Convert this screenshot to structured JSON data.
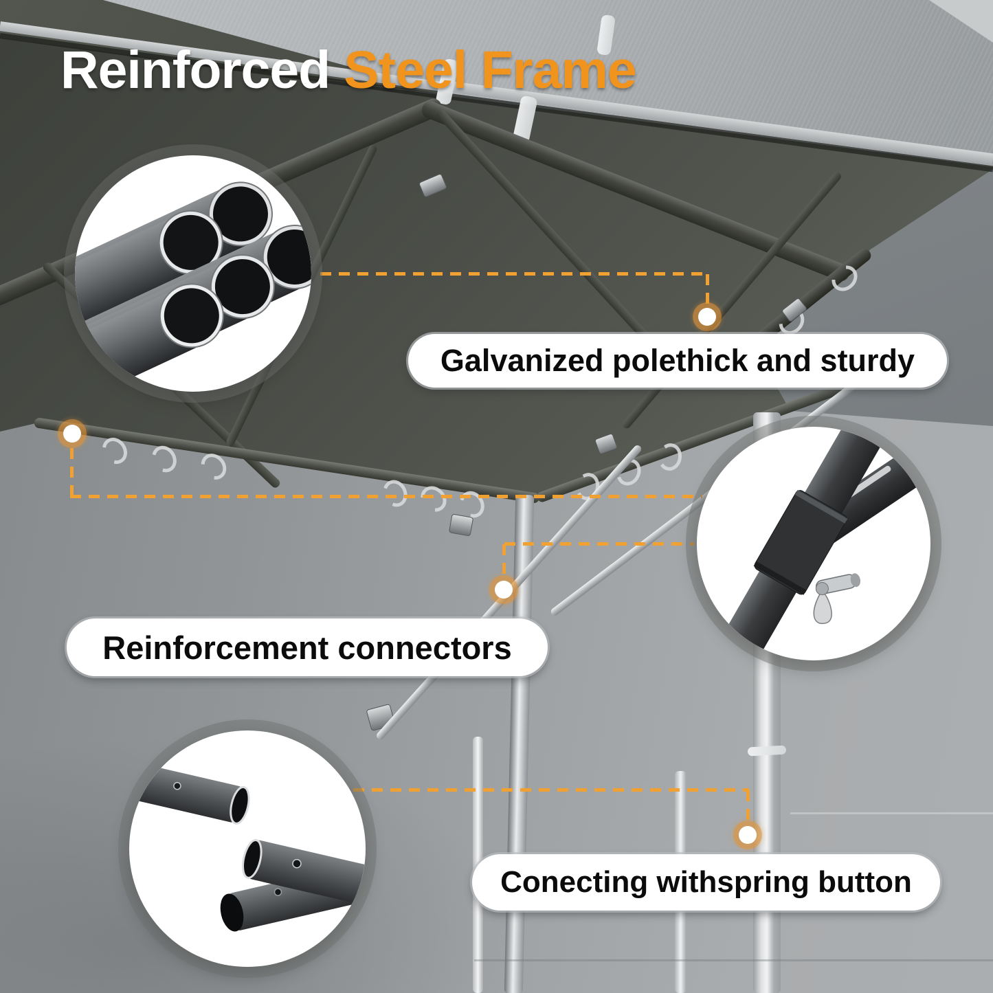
{
  "title": {
    "part1": "Reinforced",
    "part2": "Steel Frame"
  },
  "labels": {
    "galvanized": "Galvanized polethick and sturdy",
    "reinforcement": "Reinforcement connectors",
    "spring": "Conecting withspring button"
  },
  "colors": {
    "title_primary": "#FFFFFF",
    "title_accent": "#F0941D",
    "leader_dash": "#F0A132",
    "dot_fill": "#FFFFFF",
    "dot_ring": "#E09438",
    "pill_bg": "#FFFFFF",
    "pill_text": "#0B0B0B"
  }
}
